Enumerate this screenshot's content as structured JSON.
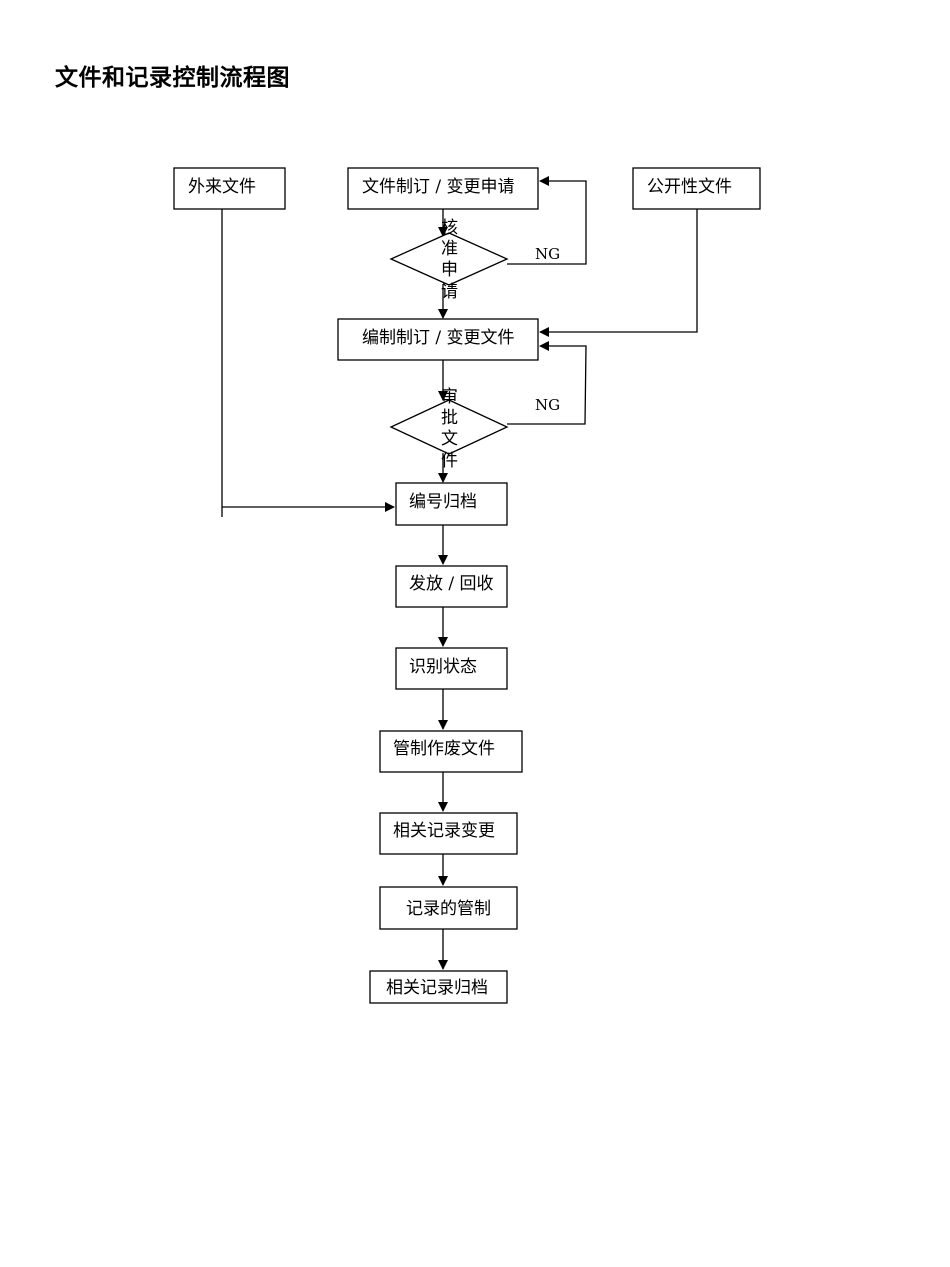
{
  "title": "文件和记录控制流程图",
  "nodes": {
    "external_docs": "外来文件",
    "change_request": "文件制订 / 变更申请",
    "public_docs": "公开性文件",
    "approve_request": [
      "核",
      "准",
      "申",
      "请"
    ],
    "draft_docs": "编制制订 / 变更文件",
    "review_docs": [
      "审",
      "批",
      "文",
      "件"
    ],
    "number_archive": "编号归档",
    "issue_recall": "发放 / 回收",
    "identify_status": "识别状态",
    "control_obsolete": "管制作废文件",
    "record_change": "相关记录变更",
    "record_control": "记录的管制",
    "record_archive": "相关记录归档"
  },
  "edges": {
    "reject_label_1": "NG",
    "reject_label_2": "NG"
  }
}
